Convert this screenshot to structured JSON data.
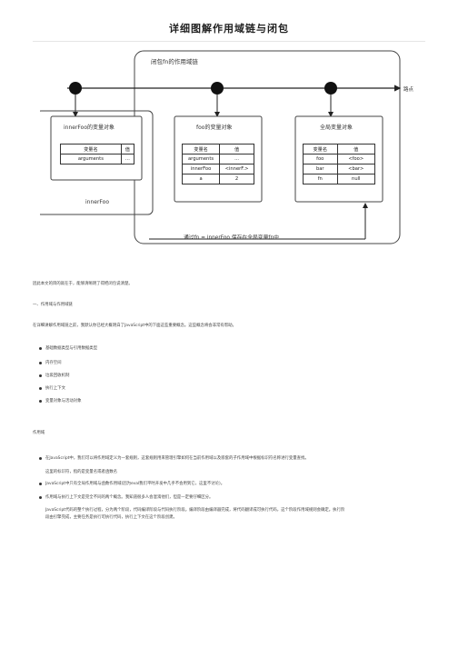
{
  "title": "详细图解作用域链与闭包",
  "diagram": {
    "header": "闭包fn的作用域链",
    "arrow_label": "路点",
    "bottom_label": "通过fn = innerFoo 保存在全局变量fn中",
    "boxes": [
      {
        "title": "innerFoo的变量对象",
        "caption": "innerFoo",
        "head": [
          "变量名",
          "值"
        ],
        "rows": [
          [
            "arguments",
            "..."
          ]
        ]
      },
      {
        "title": "foo的变量对象",
        "head": [
          "变量名",
          "值"
        ],
        "rows": [
          [
            "arguments",
            "..."
          ],
          [
            "innerFoo",
            "<innerF.>"
          ],
          [
            "a",
            "2"
          ]
        ]
      },
      {
        "title": "全局变量对象",
        "head": [
          "变量名",
          "值"
        ],
        "rows": [
          [
            "foo",
            "<foo>"
          ],
          [
            "bar",
            "<bar>"
          ],
          [
            "fn",
            "null"
          ]
        ]
      }
    ]
  },
  "text": {
    "intro": "因此本文的目的就在于，能够清晰明了得把闭包说清楚。",
    "section1": "一、作用域与作用域链",
    "section1_intro": "在详细讲解作用域链之前，我默认你已经大概明白了JavaScript中的下面这些重要概念。这些概念将会非常有帮助。",
    "concepts": [
      "基础数据类型与引用数据类型",
      "内存空间",
      "垃圾回收机制",
      "执行上下文",
      "变量对象与活动对象"
    ],
    "section2": "作用域",
    "scope_items": [
      {
        "text": "在JavaScript中，我们可以将作用域定义为一套规则，这套规则用来管理引擎如何在当前作用域以及嵌套的子作用域中根据标识符名称进行变量查找。",
        "sub": [
          "这里的标识符，指的是变量名或者函数名"
        ]
      },
      {
        "text": "JavaScript中只有全局作用域与函数作用域(因为eval我们平时开发中几乎不会用到它，这里不讨论)。",
        "sub": []
      },
      {
        "text": "作用域与执行上下文是完全不同的两个概念。我知道很多人会混淆他们，但是一定要仔细区分。",
        "sub": [
          "JavaScript代码的整个执行过程，分为两个阶段，代码编译阶段与代码执行阶段。编译阶段由编译器完成，将代码翻译成可执行代码，这个阶段作用域规则会确定。执行阶",
          "段由引擎完成，主要任务是执行可执行代码，执行上下文在这个阶段创建。"
        ]
      }
    ]
  }
}
